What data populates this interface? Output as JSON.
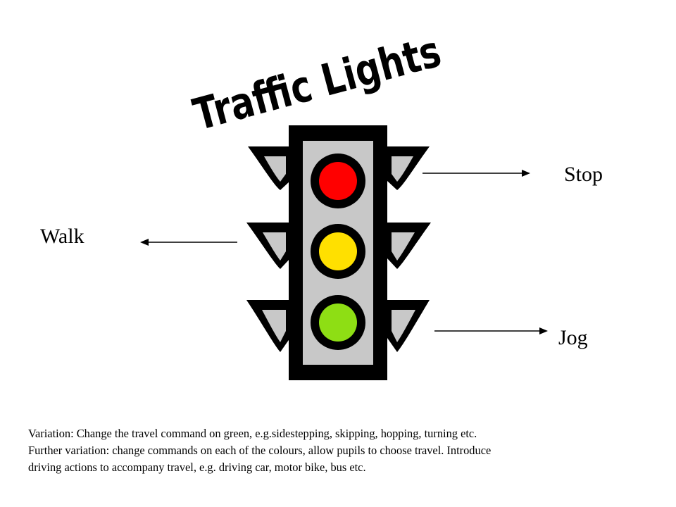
{
  "title": "Traffic Lights",
  "labels": {
    "stop": "Stop",
    "walk": "Walk",
    "jog": "Jog"
  },
  "lights": [
    {
      "name": "red",
      "color": "#ff0000",
      "action": "Stop"
    },
    {
      "name": "yellow",
      "color": "#ffe000",
      "action": "Walk"
    },
    {
      "name": "green",
      "color": "#8ede14",
      "action": "Jog"
    }
  ],
  "colors": {
    "housing": "#000000",
    "face": "#c8c8c8",
    "text": "#000000"
  },
  "notes": [
    "Variation: Change the travel command on green, e.g.sidestepping,  skipping, hopping, turning etc.",
    "Further variation: change commands on each of the colours, allow pupils to choose travel.  Introduce",
    "driving actions to accompany travel, e.g. driving car, motor bike, bus etc."
  ]
}
